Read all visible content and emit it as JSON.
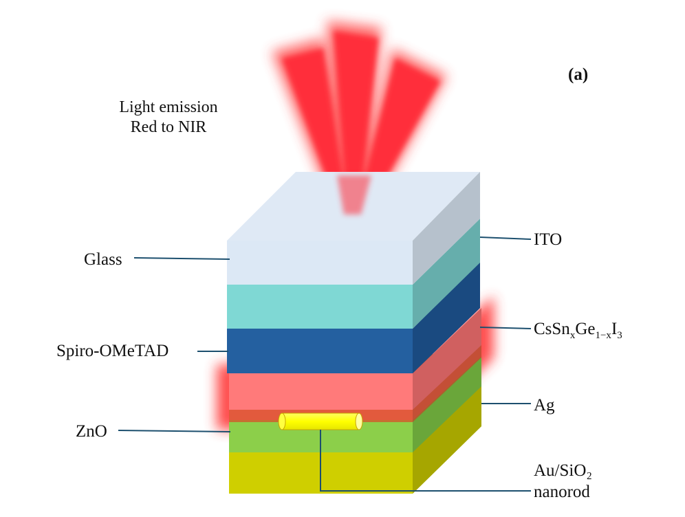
{
  "panel_label": "(a)",
  "emission": {
    "line1": "Light emission",
    "line2": "Red to NIR"
  },
  "labels": {
    "ito": "ITO",
    "glass": "Glass",
    "perovskite_base": "CsSn",
    "perovskite_sub1": "x",
    "perovskite_mid": "Ge",
    "perovskite_sub2": "1−x",
    "perovskite_i": "I",
    "perovskite_sub3": "3",
    "spiro": "Spiro-OMeTAD",
    "ag": "Ag",
    "zno": "ZnO",
    "nanorod_line1": "Au/SiO₂",
    "nanorod_line2": "nanorod"
  },
  "colors": {
    "glass": "#dce8f5",
    "ito": "#7fd8d4",
    "spiro": "#2460a0",
    "perovskite": "#ff7a7a",
    "ag": "#8ccf4a",
    "zno": "#cfcf00",
    "emission": "#ff2a2a",
    "nanorod": "#ffff00",
    "leader": "#1c4f6e"
  }
}
